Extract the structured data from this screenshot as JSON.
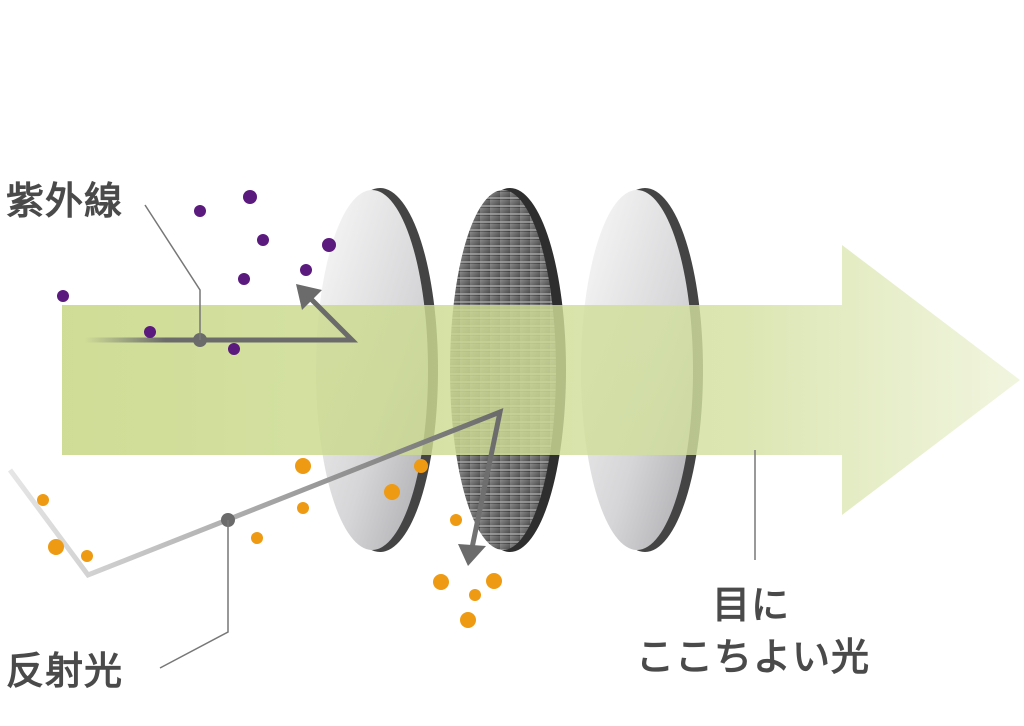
{
  "labels": {
    "uv": "紫外線",
    "reflected": "反射光",
    "comfortable_line1": "目に",
    "comfortable_line2": "ここちよい光"
  },
  "colors": {
    "light_beam": "#c9d98a",
    "uv_particles": "#5b1a7e",
    "reflected_particles": "#ee9a12",
    "arrows": "#6b6b6b"
  }
}
